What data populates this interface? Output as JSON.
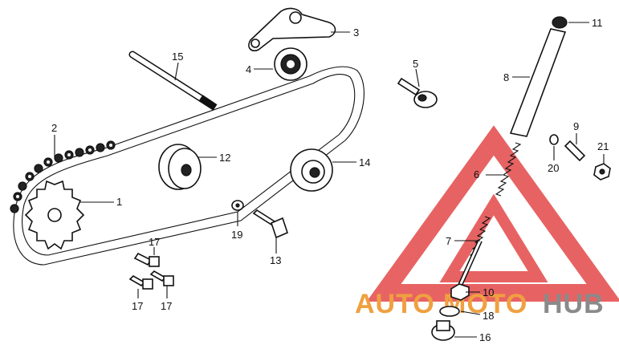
{
  "diagram": {
    "callouts": [
      "1",
      "2",
      "3",
      "4",
      "5",
      "6",
      "7",
      "8",
      "9",
      "10",
      "11",
      "12",
      "13",
      "14",
      "15",
      "16",
      "17",
      "17",
      "17",
      "18",
      "19",
      "20",
      "21"
    ]
  },
  "watermark": {
    "word_a": "AUTO",
    "word_b": "MOTO",
    "word_c": "HUB",
    "color_red": "#e03030",
    "color_orange": "#f0a040",
    "color_gray": "#8a8a8a"
  }
}
